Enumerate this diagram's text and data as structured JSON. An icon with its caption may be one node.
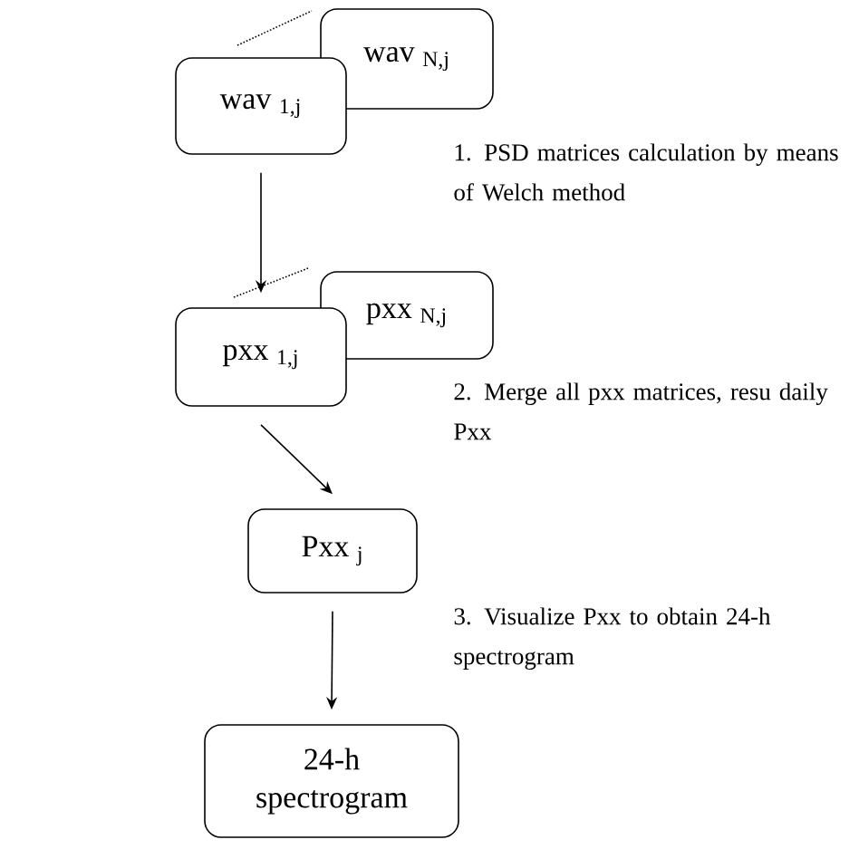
{
  "diagram": {
    "nodes": [
      {
        "text": [
          "wav $_{N,j}$"
        ]
      },
      {
        "text": [
          "wav $_{1,j}$"
        ]
      },
      {
        "text": [
          "pxx $_{N,j}$"
        ]
      },
      {
        "text": [
          "pxx $_{1,j}$"
        ]
      },
      {
        "text": [
          "Pxx $_{j}$"
        ]
      },
      {
        "text": [
          "24-h spectrogram"
        ]
      }
    ],
    "edges": [
      {
        "from": 1,
        "to": 3,
        "arrow": "to"
      },
      {
        "from": 3,
        "to": 4,
        "arrow": "to"
      },
      {
        "from": 4,
        "to": 5,
        "arrow": "to"
      }
    ],
    "labels": [
      "1. PSD matrices calculation by means of Welch method",
      "2. Merge all pxx matrices, resu daily Pxx",
      "3. Visualize Pxx to obtain 24-h spectrogram"
    ]
  }
}
